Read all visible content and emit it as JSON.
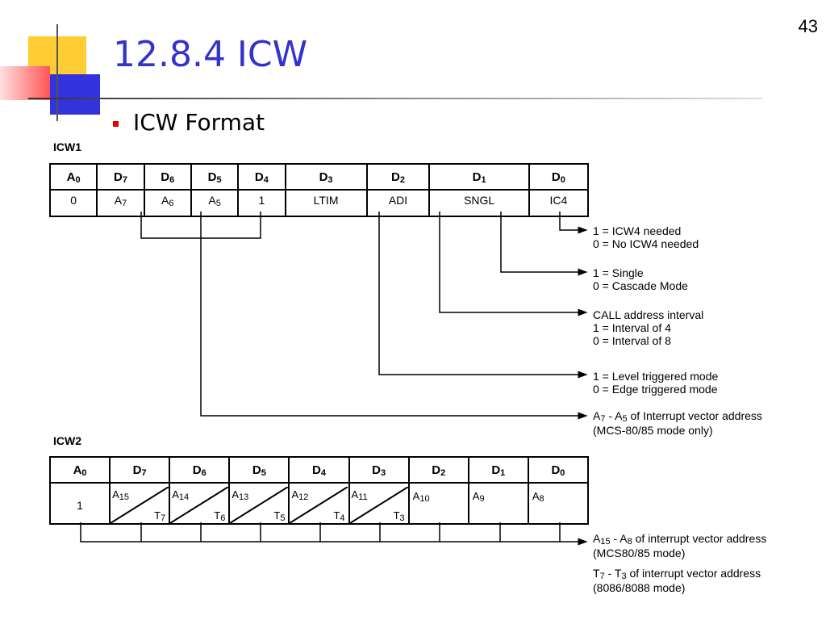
{
  "page_number": "43",
  "title": "12.8.4 ICW",
  "bullet": "ICW Format",
  "icw1": {
    "label": "ICW1",
    "headers": [
      {
        "m": "A",
        "s": "0"
      },
      {
        "m": "D",
        "s": "7"
      },
      {
        "m": "D",
        "s": "6"
      },
      {
        "m": "D",
        "s": "5"
      },
      {
        "m": "D",
        "s": "4"
      },
      {
        "m": "D",
        "s": "3"
      },
      {
        "m": "D",
        "s": "2"
      },
      {
        "m": "D",
        "s": "1"
      },
      {
        "m": "D",
        "s": "0"
      }
    ],
    "values": [
      {
        "m": "0",
        "s": ""
      },
      {
        "m": "A",
        "s": "7"
      },
      {
        "m": "A",
        "s": "6"
      },
      {
        "m": "A",
        "s": "5"
      },
      {
        "m": "1",
        "s": ""
      },
      {
        "m": "LTIM",
        "s": ""
      },
      {
        "m": "ADI",
        "s": ""
      },
      {
        "m": "SNGL",
        "s": ""
      },
      {
        "m": "IC4",
        "s": ""
      }
    ],
    "notes": [
      {
        "l1": "1 = ICW4 needed",
        "l2": "0 = No ICW4 needed",
        "l3": ""
      },
      {
        "l1": "1 = Single",
        "l2": "0 = Cascade Mode",
        "l3": ""
      },
      {
        "l1": "CALL address interval",
        "l2": "1 = Interval of 4",
        "l3": "0 = Interval of 8"
      },
      {
        "l1": "1 = Level triggered mode",
        "l2": "0 = Edge triggered mode",
        "l3": ""
      }
    ],
    "vector_note": {
      "a": "A",
      "as": "7",
      "mid": " - A",
      "bs": "5",
      "rest": " of Interrupt vector address",
      "l2": "(MCS-80/85 mode only)"
    }
  },
  "icw2": {
    "label": "ICW2",
    "headers": [
      {
        "m": "A",
        "s": "0"
      },
      {
        "m": "D",
        "s": "7"
      },
      {
        "m": "D",
        "s": "6"
      },
      {
        "m": "D",
        "s": "5"
      },
      {
        "m": "D",
        "s": "4"
      },
      {
        "m": "D",
        "s": "3"
      },
      {
        "m": "D",
        "s": "2"
      },
      {
        "m": "D",
        "s": "1"
      },
      {
        "m": "D",
        "s": "0"
      }
    ],
    "first_value": "1",
    "pairs": [
      {
        "a": "A",
        "as": "15",
        "t": "T",
        "ts": "7"
      },
      {
        "a": "A",
        "as": "14",
        "t": "T",
        "ts": "6"
      },
      {
        "a": "A",
        "as": "13",
        "t": "T",
        "ts": "5"
      },
      {
        "a": "A",
        "as": "12",
        "t": "T",
        "ts": "4"
      },
      {
        "a": "A",
        "as": "11",
        "t": "T",
        "ts": "3"
      }
    ],
    "singles": [
      {
        "a": "A",
        "as": "10"
      },
      {
        "a": "A",
        "as": "9"
      },
      {
        "a": "A",
        "as": "8"
      }
    ],
    "note1": {
      "a": "A",
      "as": "15",
      "mid": " - A",
      "bs": "8",
      "rest": " of interrupt vector address",
      "l2": "(MCS80/85 mode)"
    },
    "note2": {
      "a": "T",
      "as": "7",
      "mid": " - T",
      "bs": "3",
      "rest": " of interrupt vector address",
      "l2": "(8086/8088 mode)"
    }
  }
}
